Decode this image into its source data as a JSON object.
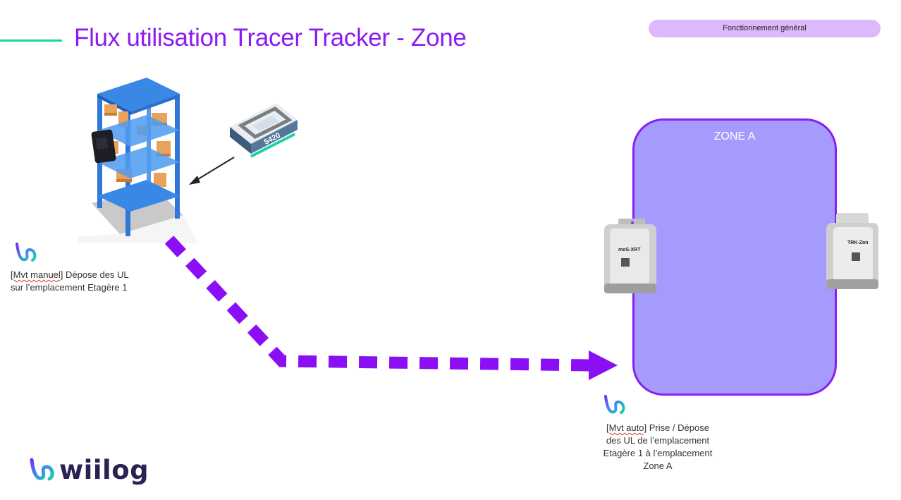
{
  "title": "Flux utilisation Tracer Tracker - Zone",
  "badge": "Fonctionnement général",
  "zone": {
    "label": "ZONE A"
  },
  "caption_manual": {
    "tag": "[Mvt manuel]",
    "text": " Dépose des UL",
    "line2": "sur l’emplacement Etagère 1"
  },
  "caption_auto": {
    "tag": "[Mvt auto]",
    "text": " Prise / Dépose",
    "line2": "des UL de l’emplacement",
    "line3": "Etagère 1 à l’emplacement",
    "line4": "Zone A"
  },
  "robot": {
    "number": "5420"
  },
  "device_left": {
    "label": "moS-XRT"
  },
  "device_right": {
    "label": "TRK-Zon"
  },
  "logo": {
    "text": "wiilog"
  },
  "colors": {
    "title": "#8b1bf0",
    "accent": "#19d3a2",
    "zone_fill": "#a59bfd",
    "zone_border": "#8a1ef0",
    "flow_arrow": "#8a0ff5",
    "badge": "#dcb9fb"
  }
}
